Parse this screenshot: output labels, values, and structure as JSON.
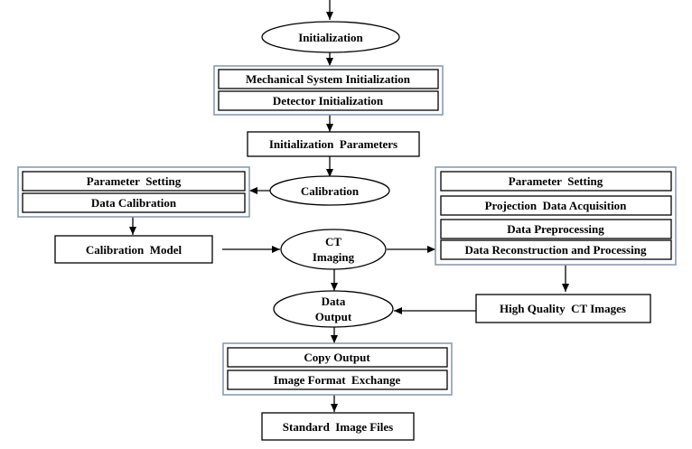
{
  "nodes": {
    "init": "Initialization",
    "mech_init": "Mechanical System Initialization",
    "det_init": "Detector Initialization",
    "init_params": "Initialization  Parameters",
    "calibration": "Calibration",
    "cal_param_setting": "Parameter  Setting",
    "data_calibration": "Data Calibration",
    "calibration_model": "Calibration  Model",
    "ct_imaging_1": "CT",
    "ct_imaging_2": "Imaging",
    "ct_param_setting": "Parameter  Setting",
    "proj_acq": "Projection  Data Acquisition",
    "data_preproc": "Data Preprocessing",
    "data_recon": "Data Reconstruction and Processing",
    "hq_images": "High Quality  CT Images",
    "data_output_1": "Data",
    "data_output_2": "Output",
    "copy_output": "Copy Output",
    "img_format": "Image Format  Exchange",
    "std_files": "Standard  Image Files"
  },
  "colors": {
    "group_border": "#8a9bb5",
    "line": "#000000"
  }
}
